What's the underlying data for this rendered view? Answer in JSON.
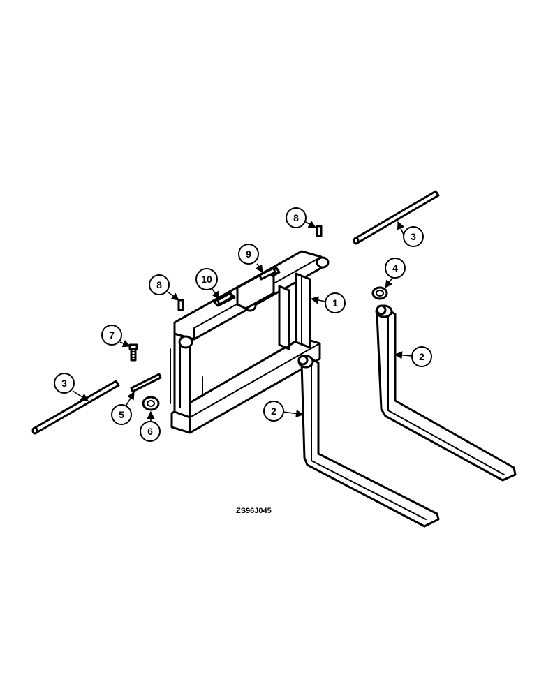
{
  "callouts": [
    {
      "id": "c1",
      "label": "1"
    },
    {
      "id": "c2a",
      "label": "2"
    },
    {
      "id": "c2b",
      "label": "2"
    },
    {
      "id": "c3a",
      "label": "3"
    },
    {
      "id": "c3b",
      "label": "3"
    },
    {
      "id": "c4",
      "label": "4"
    },
    {
      "id": "c5",
      "label": "5"
    },
    {
      "id": "c6",
      "label": "6"
    },
    {
      "id": "c7",
      "label": "7"
    },
    {
      "id": "c8a",
      "label": "8"
    },
    {
      "id": "c8b",
      "label": "8"
    },
    {
      "id": "c9",
      "label": "9"
    },
    {
      "id": "c10",
      "label": "10"
    }
  ],
  "drawing_code": "ZS96J045"
}
